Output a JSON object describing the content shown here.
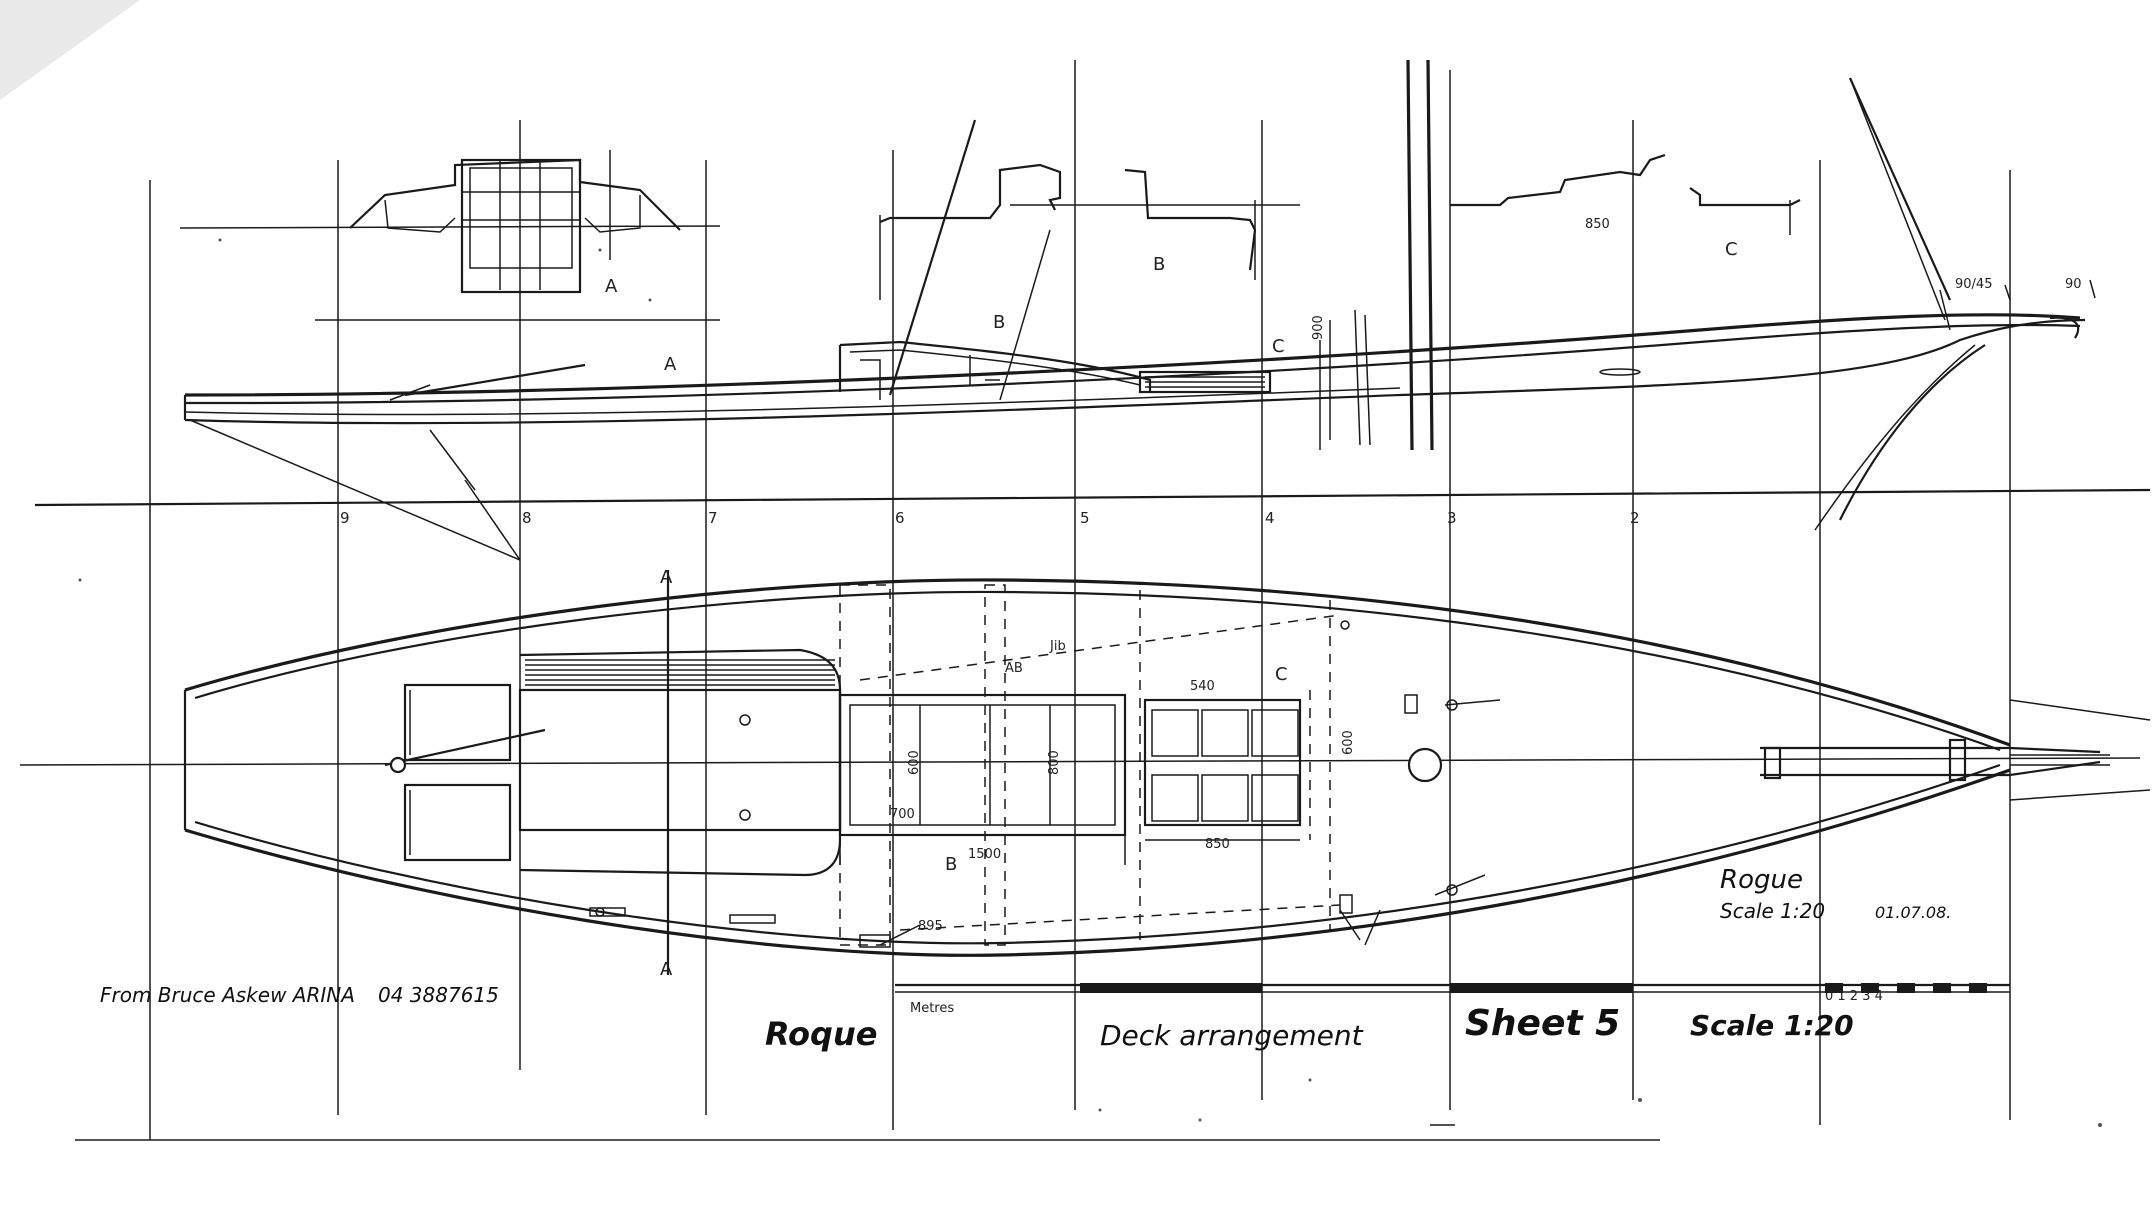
{
  "drawing": {
    "boat_name": "Roque",
    "title_name": "Roque",
    "title_sheet_type": "Deck arrangement",
    "title_sheet_no": "Sheet 5",
    "title_scale": "Scale 1:20",
    "corner_name": "Rogue",
    "corner_scale": "Scale 1:20",
    "corner_date": "01.07.08.",
    "source_credit": "From Bruce Askew ARINA",
    "phone": "04 3887615",
    "scale_unit": "Metres"
  },
  "stations": [
    "9",
    "8",
    "7",
    "6",
    "5",
    "4",
    "3",
    "2"
  ],
  "section_marks": {
    "A": "A",
    "B": "B",
    "C": "C"
  },
  "dimensions": {
    "d850_top": "850",
    "d900_profile": "900",
    "d600_hatch": "600",
    "d700": "700",
    "d800": "800",
    "d1500": "1500",
    "d600_right": "600",
    "d850_plan": "850",
    "d540": "540",
    "d895": "895",
    "jib": "Jib",
    "ab_label": "AB",
    "scale_ticks": "0  1  2  3  4",
    "mast_label_a": "90/45",
    "mast_label_b": "90"
  }
}
